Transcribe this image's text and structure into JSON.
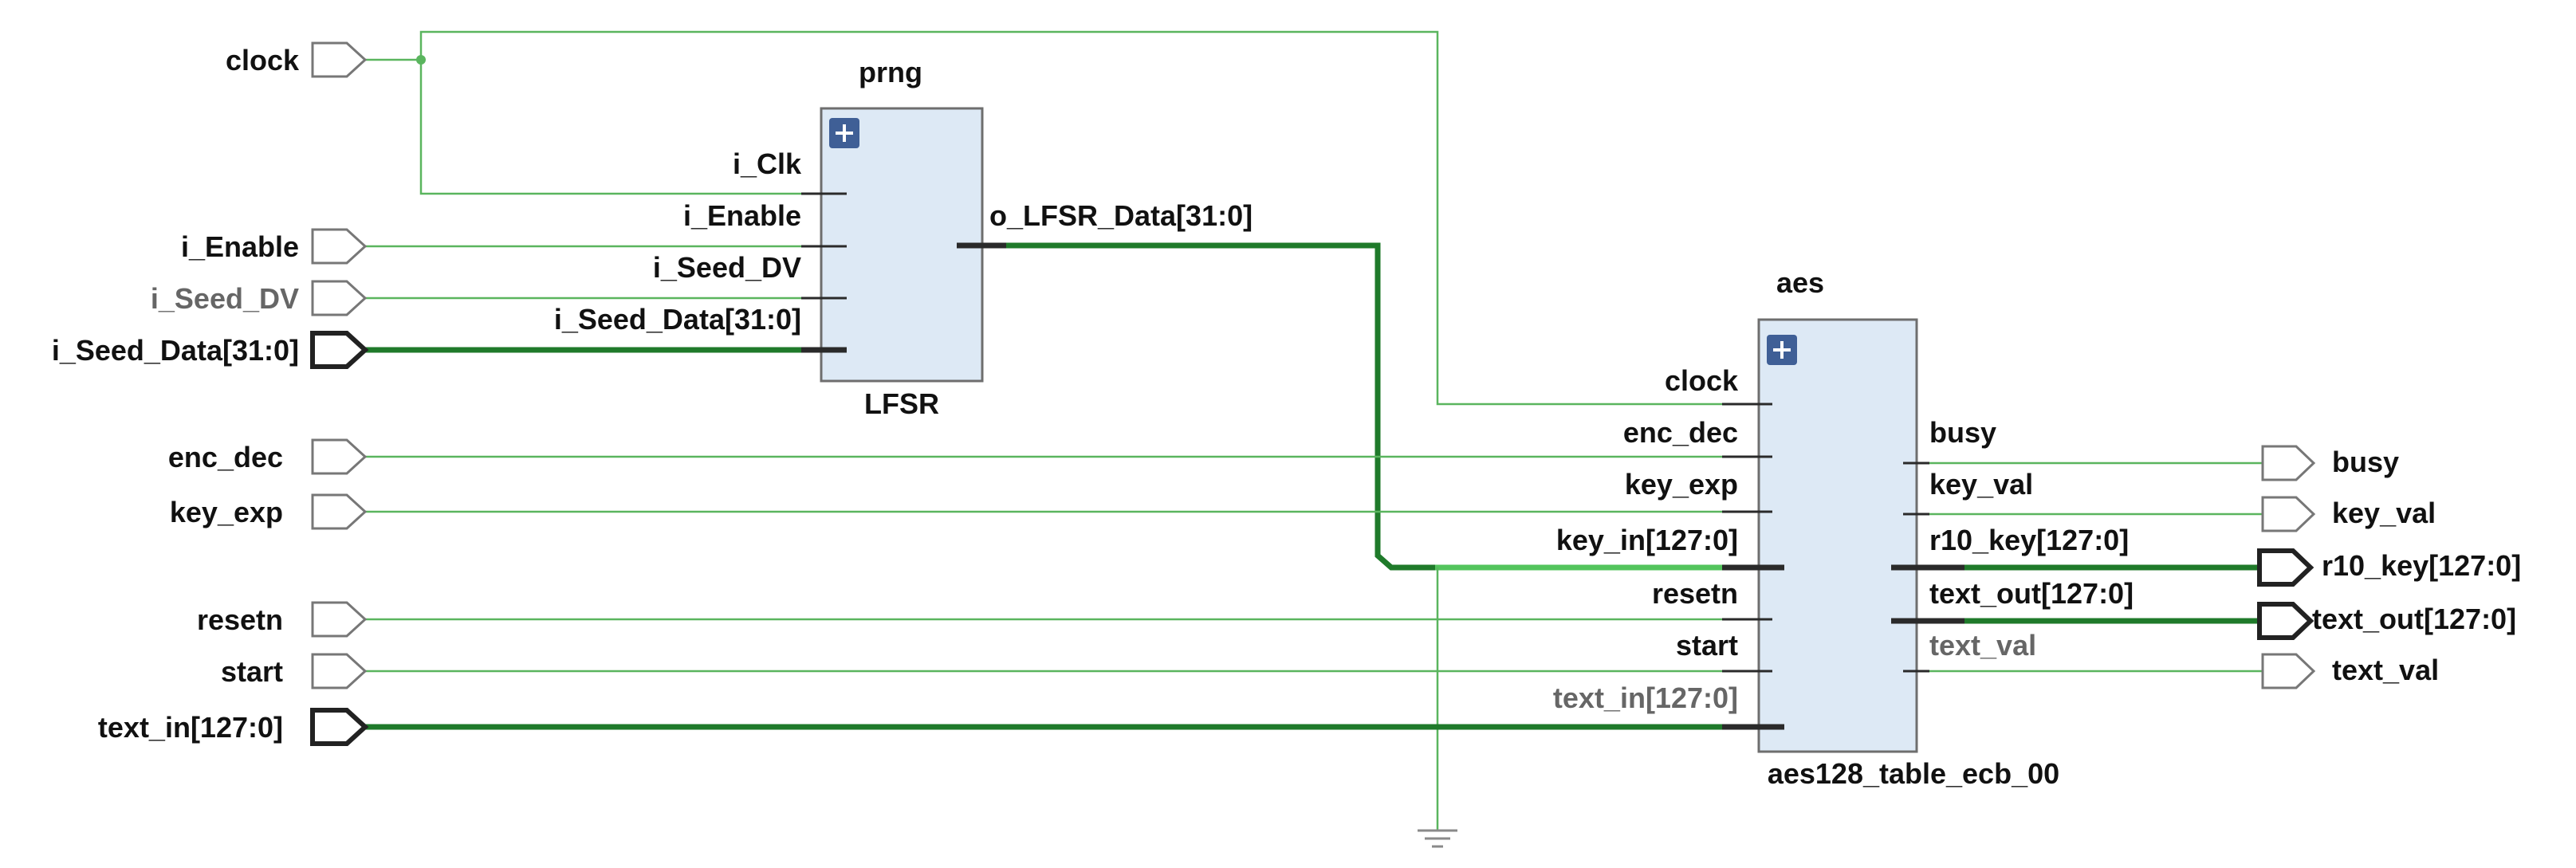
{
  "inputs": {
    "clock": "clock",
    "i_enable": "i_Enable",
    "i_seed_dv": "i_Seed_DV",
    "i_seed_data": "i_Seed_Data[31:0]",
    "enc_dec": "enc_dec",
    "key_exp": "key_exp",
    "resetn": "resetn",
    "start": "start",
    "text_in": "text_in[127:0]"
  },
  "outputs": {
    "busy": "busy",
    "key_val": "key_val",
    "r10_key": "r10_key[127:0]",
    "text_out": "text_out[127:0]",
    "text_val": "text_val"
  },
  "prng": {
    "instance": "prng",
    "module": "LFSR",
    "pins_in": [
      "i_Clk",
      "i_Enable",
      "i_Seed_DV",
      "i_Seed_Data[31:0]"
    ],
    "pin_out": "o_LFSR_Data[31:0]"
  },
  "aes": {
    "instance": "aes",
    "module": "aes128_table_ecb_00",
    "pins_in": [
      "clock",
      "enc_dec",
      "key_exp",
      "key_in[127:0]",
      "resetn",
      "start",
      "text_in[127:0]"
    ],
    "pins_out": [
      "busy",
      "key_val",
      "r10_key[127:0]",
      "text_out[127:0]",
      "text_val"
    ]
  },
  "colors": {
    "wire": "#5ab55e",
    "bus": "#1f7a2a",
    "cell_fill": "#dde9f5",
    "expand_button": "#3f5f96"
  }
}
